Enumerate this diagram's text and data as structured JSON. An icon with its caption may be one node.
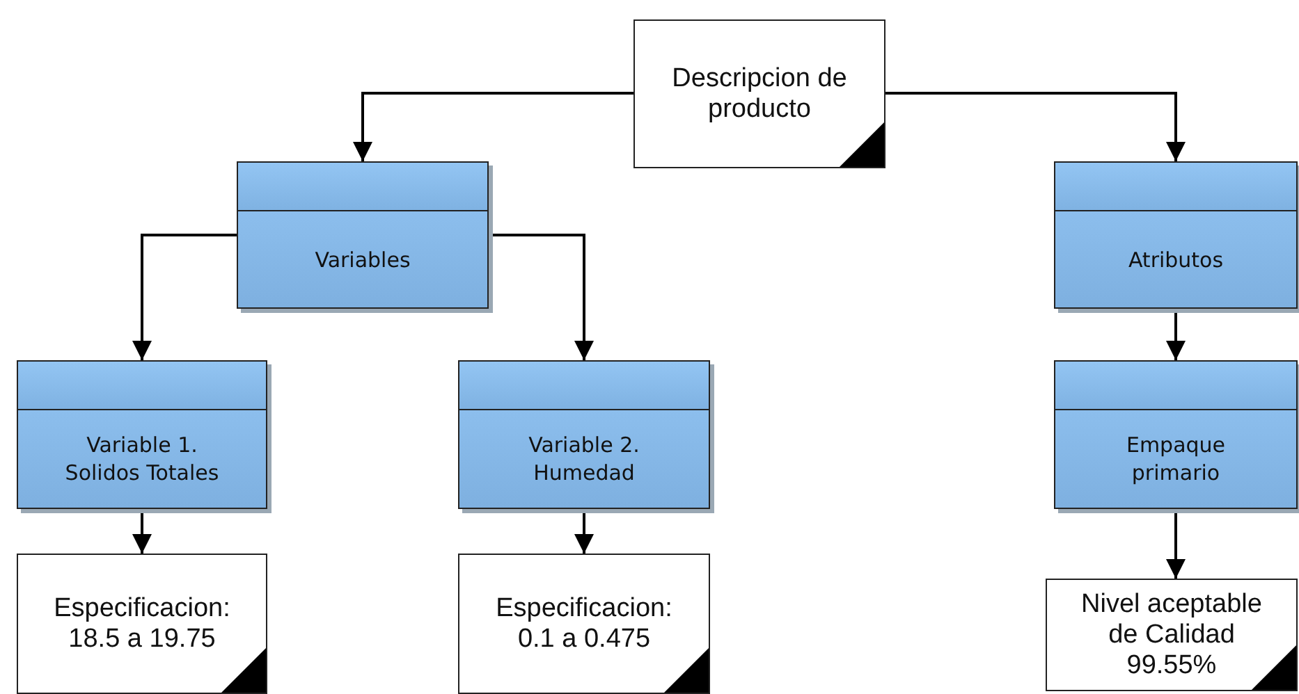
{
  "diagram": {
    "nodes": [
      {
        "text": [
          "Descripcion de producto"
        ]
      },
      {
        "text": [
          "Variables"
        ]
      },
      {
        "text": [
          "Atributos"
        ]
      },
      {
        "text": [
          "Variable 1. Solidos Totales"
        ]
      },
      {
        "text": [
          "Variable 2. Humedad"
        ]
      },
      {
        "text": [
          "Empaque primario"
        ]
      },
      {
        "text": [
          "Especificacion: 18.5 a 19.75"
        ]
      },
      {
        "text": [
          "Especificacion: 0.1 a 0.475"
        ]
      },
      {
        "text": [
          "Nivel aceptable de Calidad 99.55%"
        ]
      }
    ],
    "edges": [
      {
        "from": 0,
        "to": 1,
        "arrow": "to"
      },
      {
        "from": 0,
        "to": 2,
        "arrow": "to"
      },
      {
        "from": 1,
        "to": 3,
        "arrow": "to"
      },
      {
        "from": 1,
        "to": 4,
        "arrow": "to"
      },
      {
        "from": 2,
        "to": 5,
        "arrow": "to"
      },
      {
        "from": 3,
        "to": 6,
        "arrow": "to"
      },
      {
        "from": 4,
        "to": 7,
        "arrow": "to"
      },
      {
        "from": 5,
        "to": 8,
        "arrow": "to"
      }
    ]
  }
}
